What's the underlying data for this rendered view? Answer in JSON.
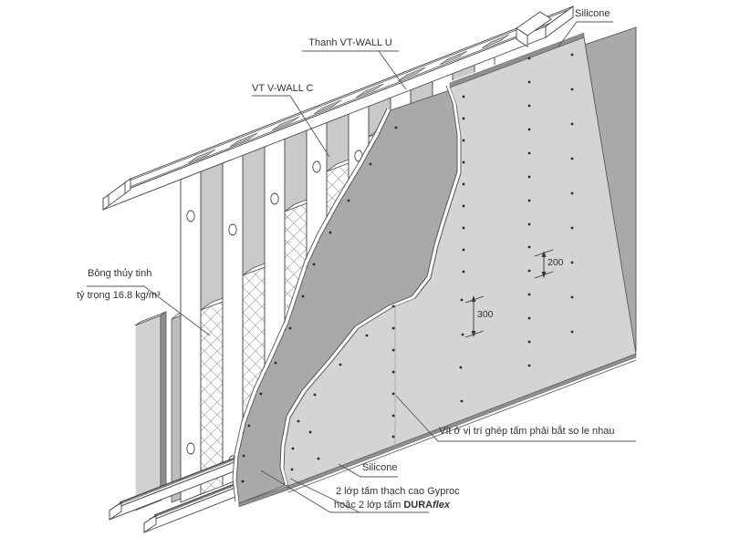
{
  "diagram": {
    "type": "isometric-wall-assembly-detail",
    "labels": {
      "silicone_top": "Silicone",
      "top_track": "Thanh VT-WALL U",
      "stud": "VT V-WALL C",
      "insulation_line1": "Bông thủy tinh",
      "insulation_line2": "tỷ trọng 16.8 kg/m³",
      "screw_note": "Vít ở vị trí ghép tấm phải bắt so le nhau",
      "silicone_bottom": "Silicone",
      "board_line1": "2 lớp tấm thạch cao Gyproc",
      "board_line2_prefix": "hoặc 2 lớp tấm ",
      "board_line2_brand": "DURA",
      "board_line2_brand_suffix": "flex"
    },
    "dimensions": {
      "screw_spacing_field": "300",
      "screw_spacing_edge": "200"
    },
    "colors": {
      "background": "#ffffff",
      "outer_board": "#d4d4d4",
      "inner_board": "#a9a9a9",
      "back_panel": "#c9c9c9",
      "line": "#555555",
      "label_text": "#333333",
      "sealant_strip": "#8f8f8f"
    }
  }
}
